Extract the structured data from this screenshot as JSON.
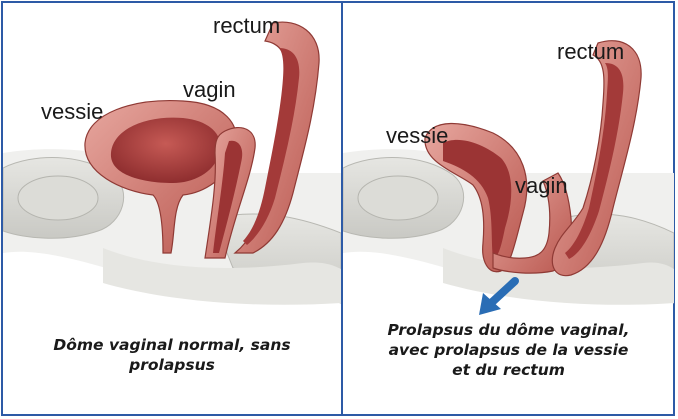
{
  "panels": {
    "normal": {
      "labels": {
        "rectum": "rectum",
        "vagin": "vagin",
        "vessie": "vessie"
      },
      "caption_line1": "Dôme vaginal normal, sans",
      "caption_line2": "prolapsus"
    },
    "prolapse": {
      "labels": {
        "rectum": "rectum",
        "vagin": "vagin",
        "vessie": "vessie"
      },
      "caption_line1": "Prolapsus du dôme vaginal,",
      "caption_line2": "avec prolapsus de la vessie",
      "caption_line3": "et du rectum",
      "arrow_color": "#2a6db5"
    }
  },
  "colors": {
    "border": "#2d5aa6",
    "tissue_outer": "#d9908a",
    "tissue_inner": "#b2403f",
    "bone": "#d4d4cf",
    "text": "#1a1a1a"
  }
}
